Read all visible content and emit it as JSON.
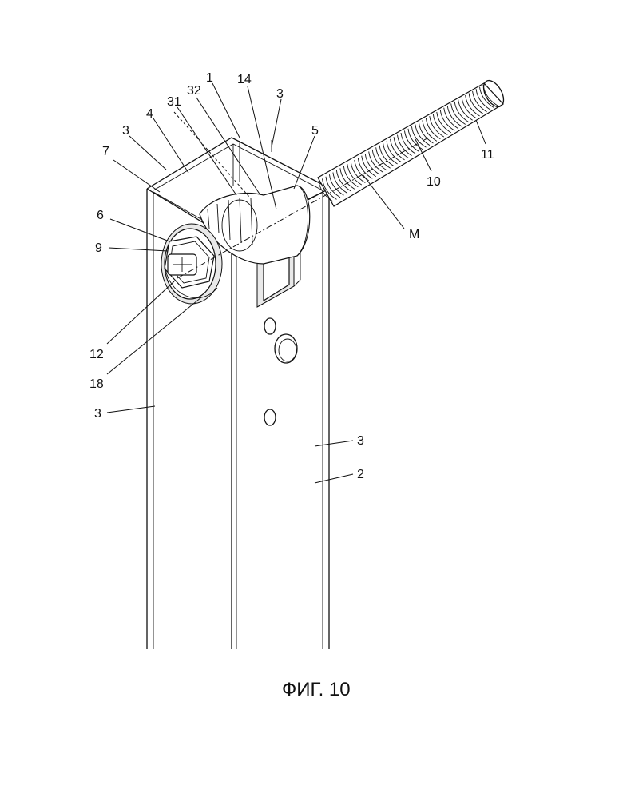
{
  "labels": {
    "l1": "1",
    "l32": "32",
    "l14": "14",
    "l3_top": "3",
    "l31": "31",
    "l4": "4",
    "l5": "5",
    "l3_left": "3",
    "l7": "7",
    "l11": "11",
    "l10": "10",
    "l6": "6",
    "lM": "M",
    "l9": "9",
    "l12": "12",
    "l18": "18",
    "l3_side": "3",
    "l3_front": "3",
    "l2": "2"
  },
  "caption": "ФИГ. 10"
}
